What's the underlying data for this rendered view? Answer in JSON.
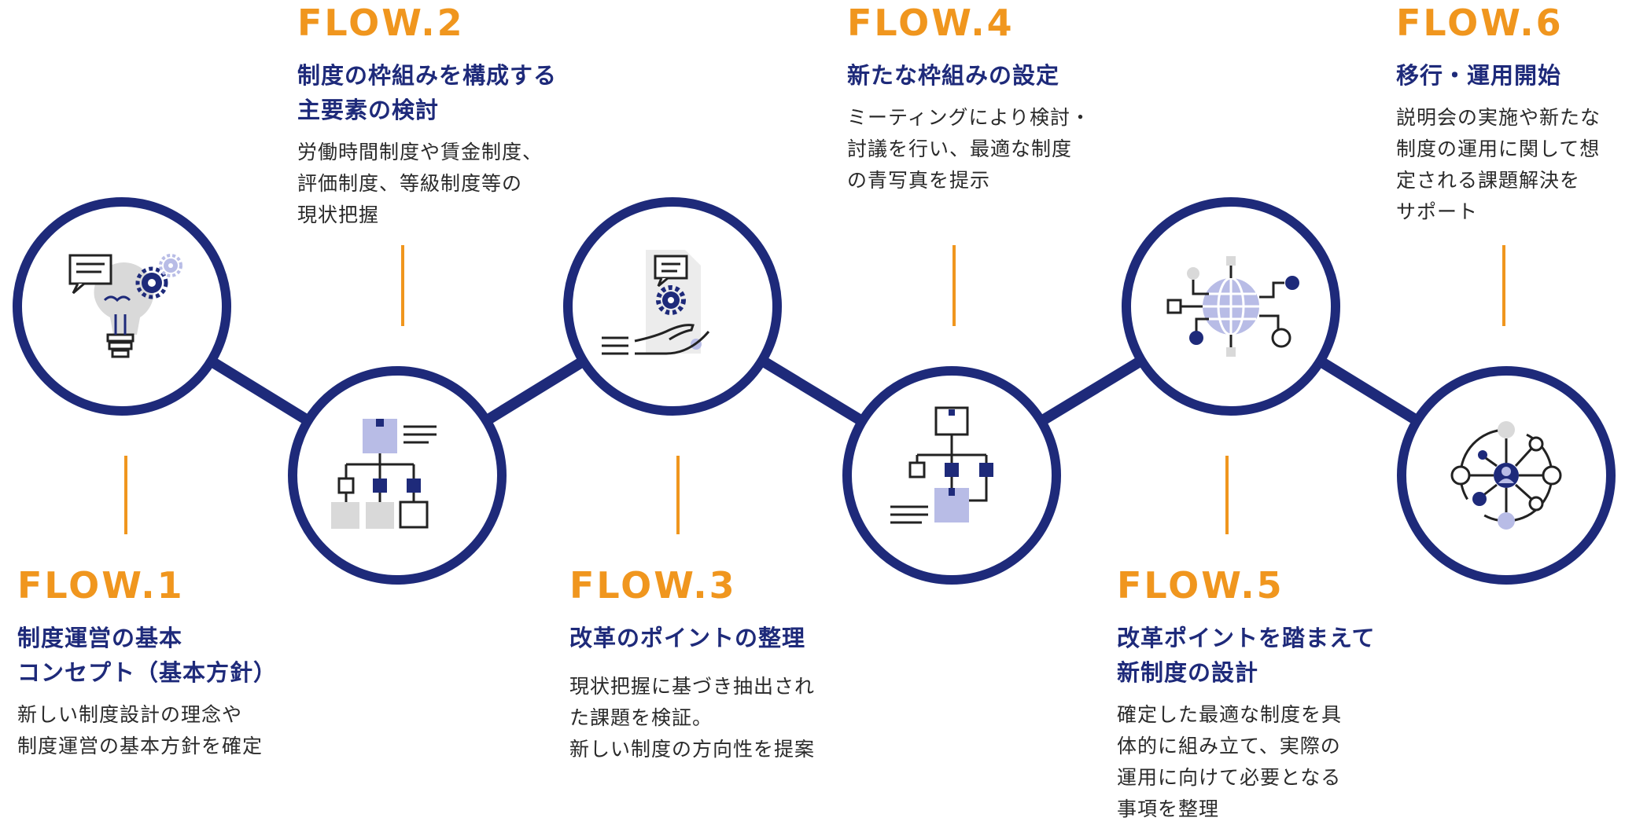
{
  "colors": {
    "navy": "#1e2a7a",
    "orange": "#f0961e",
    "lavender": "#b8bce6",
    "gray": "#d9d9d9"
  },
  "flows": [
    {
      "label": "FLOW.1",
      "title": [
        "制度運営の基本",
        "コンセプト（基本方針）"
      ],
      "desc": [
        "新しい制度設計の理念や",
        "制度運営の基本方針を確定"
      ],
      "icon": "lightbulb-gears-icon"
    },
    {
      "label": "FLOW.2",
      "title": [
        "制度の枠組みを構成する",
        "主要素の検討"
      ],
      "desc": [
        "労働時間制度や賃金制度、",
        "評価制度、等級制度等の",
        "現状把握"
      ],
      "icon": "org-chart-icon"
    },
    {
      "label": "FLOW.3",
      "title": [
        "改革のポイントの整理"
      ],
      "desc": [
        "現状把握に基づき抽出され",
        "た課題を検証。",
        "新しい制度の方向性を提案"
      ],
      "icon": "document-hand-icon"
    },
    {
      "label": "FLOW.4",
      "title": [
        "新たな枠組みの設定"
      ],
      "desc": [
        "ミーティングにより検討・",
        "討議を行い、最適な制度",
        "の青写真を提示"
      ],
      "icon": "flowchart-icon"
    },
    {
      "label": "FLOW.5",
      "title": [
        "改革ポイントを踏まえて",
        "新制度の設計"
      ],
      "desc": [
        "確定した最適な制度を具",
        "体的に組み立て、実際の",
        "運用に向けて必要となる",
        "事項を整理"
      ],
      "icon": "globe-network-icon"
    },
    {
      "label": "FLOW.6",
      "title": [
        "移行・運用開始"
      ],
      "desc": [
        "説明会の実施や新たな",
        "制度の運用に関して想",
        "定される課題解決を",
        "サポート"
      ],
      "icon": "people-network-icon"
    }
  ]
}
